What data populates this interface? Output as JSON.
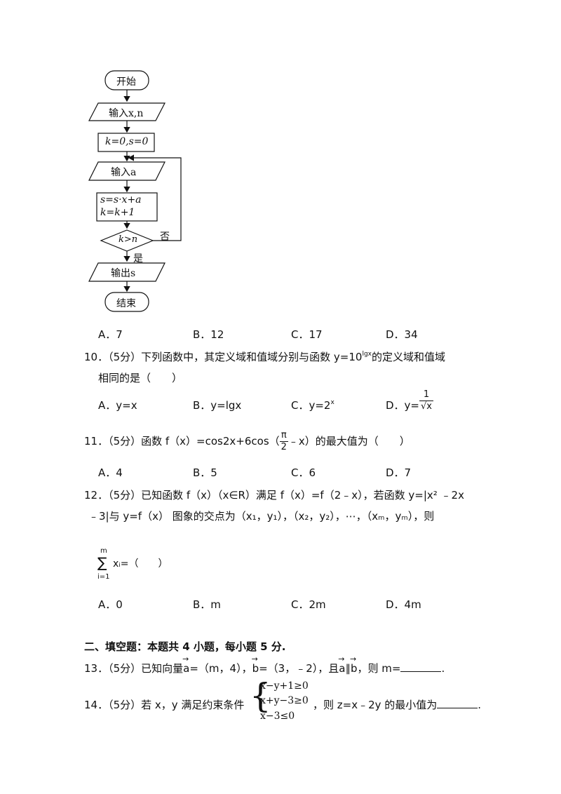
{
  "flowchart": {
    "start": "开始",
    "input_xn": "输入x,n",
    "init": "k=0,s=0",
    "input_a": "输入a",
    "update1": "s=s·x+a",
    "update2": "k=k+1",
    "cond": "k>n",
    "no": "否",
    "yes": "是",
    "output": "输出s",
    "end": "结束"
  },
  "q9": {
    "options": [
      "A．7",
      "B．12",
      "C．17",
      "D．34"
    ]
  },
  "q10": {
    "stem_a": "10．（5分）下列函数中，其定义域和值域分别与函数 y=10",
    "stem_sup": "lgx",
    "stem_b": "的定义域和值域",
    "stem_line2": "相同的是（　　）",
    "options": [
      "A．y=x",
      "B．y=lgx",
      "C．y=2",
      "D．y="
    ],
    "opt_c_sup": "x",
    "opt_d_num": "1",
    "opt_d_den": "√x"
  },
  "q11": {
    "stem_a": "11．（5分）函数 f（x）=cos2x+6cos（",
    "frac_num": "π",
    "frac_den": "2",
    "stem_b": "﹣x）的最大值为（　　）",
    "options": [
      "A．4",
      "B．5",
      "C．6",
      "D．7"
    ]
  },
  "q12": {
    "line1": "12．（5分）已知函数 f（x）（x∈R）满足 f（x）=f（2﹣x），若函数 y=|x² ﹣2x",
    "line2": "﹣3|与 y=f（x） 图象的交点为（x₁，y₁），（x₂，y₂），⋯，（xₘ，yₘ），则",
    "sum_top": "m",
    "sum_sym": "∑",
    "sum_bottom": "i=1",
    "sum_tail": "xᵢ=（　　）",
    "options": [
      "A．0",
      "B．m",
      "C．2m",
      "D．4m"
    ]
  },
  "section2": "二、填空题：本题共 4 小题，每小题 5 分.",
  "q13": {
    "a": "13．（5分）已知向量",
    "vec_a": "a",
    "b": "=（m，4），",
    "vec_b": "b",
    "c": "=（3，﹣2），且",
    "d": "∥",
    "e": "，则 m=",
    "f": "."
  },
  "q14": {
    "a": "14．（5分）若 x，y 满足约束条件",
    "c1": "x−y+1≥0",
    "c2": "x+y−3≥0",
    "c3": "x−3≤0",
    "b": "，则 z=x﹣2y 的最小值为",
    "c": "."
  }
}
